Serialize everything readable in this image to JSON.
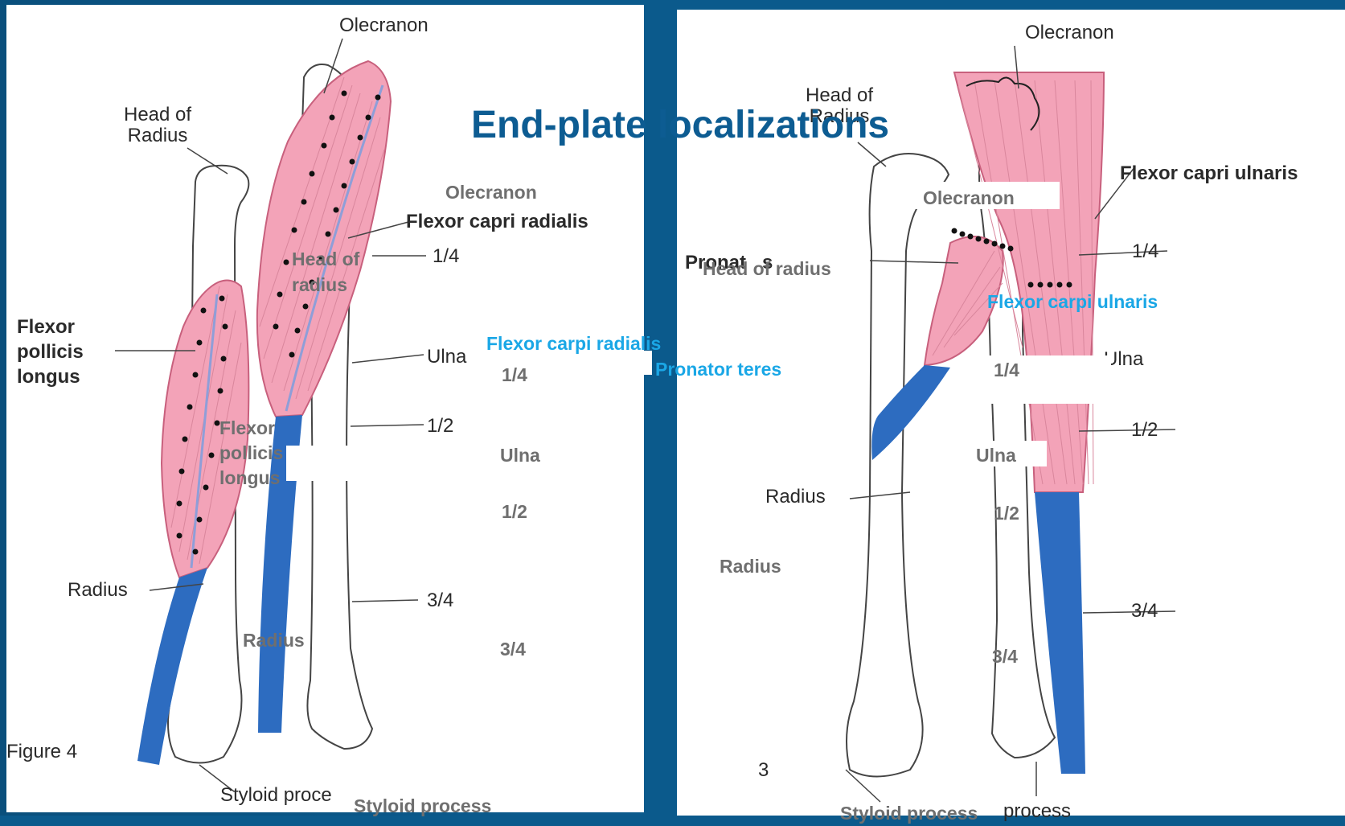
{
  "slide": {
    "title": "End-plate localizations"
  },
  "left_figure": {
    "labels": {
      "olecranon": "Olecranon",
      "head_of_radius": "Head of\nRadius",
      "flexor_capri_radialis": "Flexor capri radialis",
      "quarter": "1/4",
      "flexor_pollicis_longus": "Flexor\npollicis\nlongus",
      "ulna": "Ulna",
      "half": "1/2",
      "radius": "Radius",
      "three_quarter": "3/4",
      "figure": "Figure 4",
      "styloid": "Styloid proce"
    },
    "overlays": {
      "olecranon": "Olecranon",
      "head_of_radius": "Head of\nradius",
      "flexor_pollicis_longus": "Flexor\npollicis\nlongus",
      "radius": "Radius",
      "styloid_process": "Styloid process",
      "flexor_carpi_radialis": "Flexor carpi radialis",
      "quarter": "1/4",
      "ulna": "Ulna",
      "half": "1/2",
      "three_quarter": "3/4"
    }
  },
  "right_figure": {
    "labels": {
      "olecranon": "Olecranon",
      "head_of_radius": "Head of\nRadius",
      "flexor_capri_ulnaris": "Flexor capri ulnaris",
      "quarter": "1/4",
      "pronator": "Pronat   s",
      "ulna": "Ulna",
      "half": "1/2",
      "radius": "Radius",
      "three_quarter": "3/4",
      "figure": "3",
      "styloid": "process"
    },
    "overlays": {
      "pronator_teres": "Pronator teres",
      "olecranon": "Olecranon",
      "head_of_radius": "Head of radius",
      "flexor_carpi_ulnaris": "Flexor carpi ulnaris",
      "quarter": "1/4",
      "ulna": "Ulna",
      "half": "1/2",
      "radius": "Radius",
      "three_quarter": "3/4",
      "styloid_process": "Styloid process"
    }
  },
  "colors": {
    "background": "#0b5a8c",
    "title": "#0d5c92",
    "muscle": "#f3a3b8",
    "tendon": "#2d6cc0",
    "bone": "#ffffff",
    "endplate_dot": "#111111",
    "overlay_gray": "#6f6f6f",
    "overlay_blue": "#1aa7e6"
  }
}
